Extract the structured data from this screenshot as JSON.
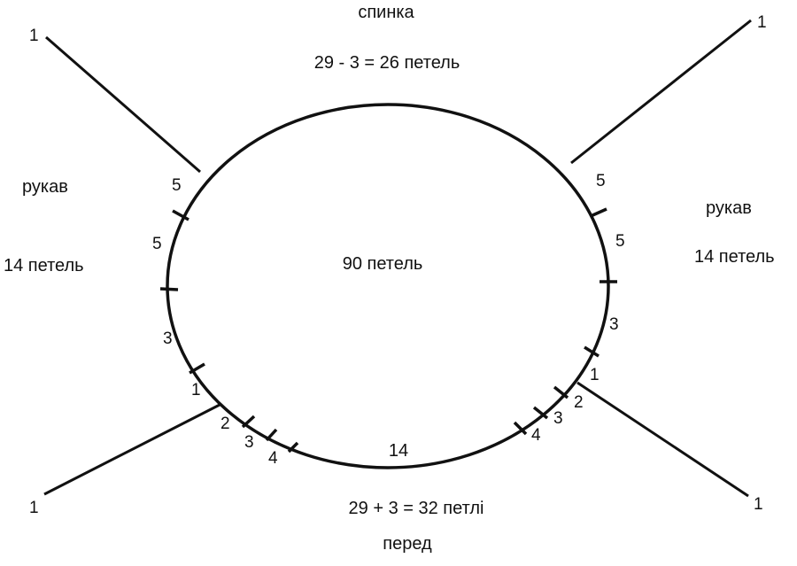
{
  "labels": {
    "back": "спинка",
    "back_formula": "29 - 3 = 26 петель",
    "sleeve_left": "рукав",
    "sleeve_left_count": "14 петель",
    "sleeve_right": "рукав",
    "sleeve_right_count": "14 петель",
    "center": "90 петель",
    "front_count": "14",
    "front_formula": "29 + 3 = 32 петлі",
    "front": "перед"
  },
  "raglan": {
    "top_left": "1",
    "top_right": "1",
    "bottom_left": "1",
    "bottom_right": "1"
  },
  "left_segments": [
    "5",
    "5",
    "3",
    "1",
    "2",
    "3",
    "4"
  ],
  "right_segments": [
    "5",
    "5",
    "3",
    "1",
    "2",
    "3",
    "4"
  ],
  "colors": {
    "ink": "#111111",
    "background": "#ffffff"
  }
}
